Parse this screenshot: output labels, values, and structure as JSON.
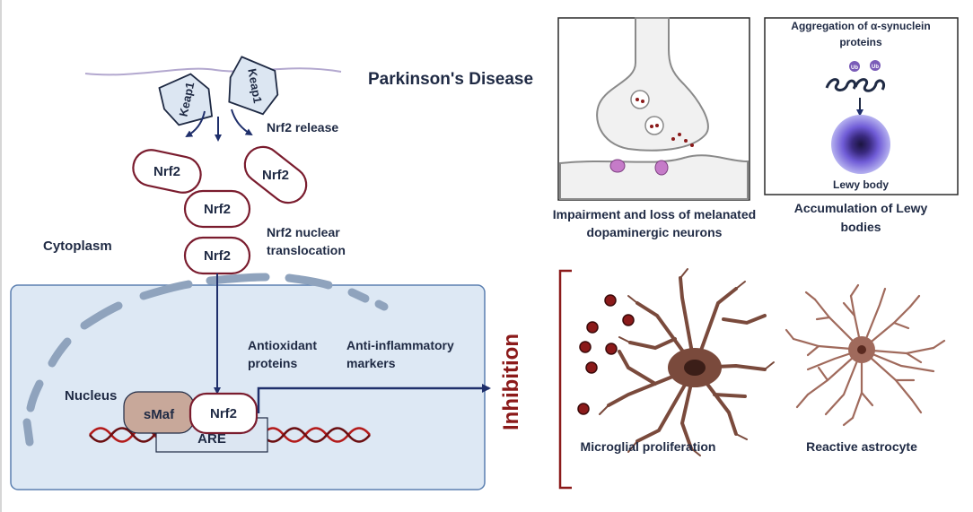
{
  "title": "Parkinson's Disease",
  "keap1": {
    "left": "Keap1",
    "right": "Keap1"
  },
  "nrf2_release_label": "Nrf2 release",
  "nrf2": {
    "released_left": "Nrf2",
    "released_right": "Nrf2",
    "middle": "Nrf2",
    "translocating": "Nrf2",
    "bound": "Nrf2"
  },
  "nrf2_translocation_label": [
    "Nrf2 nuclear",
    "translocation"
  ],
  "cytoplasm_label": "Cytoplasm",
  "nucleus_label": "Nucleus",
  "smaf_label": "sMaf",
  "are_label": "ARE",
  "antioxidant_label": [
    "Antioxidant",
    "proteins"
  ],
  "anti_inflammatory_label": [
    "Anti-inflammatory",
    "markers"
  ],
  "inhibition_label": "Inhibition",
  "neuron_panel": {
    "caption": [
      "Impairment and loss of melanated",
      "dopaminergic neurons"
    ]
  },
  "lewy_panel": {
    "header": [
      "Aggregation of α-synuclein",
      "proteins"
    ],
    "ub_label": "Ub",
    "lewy_body_label": "Lewy body",
    "caption": [
      "Accumulation of Lewy",
      "bodies"
    ]
  },
  "microglia_caption": "Microglial proliferation",
  "astrocyte_caption": "Reactive astrocyte",
  "colors": {
    "nrf2_border": "#7a1c2e",
    "arrow": "#1f2f6b",
    "nucleus_fill": "#dde8f4",
    "nucleus_border": "#5b7fb0",
    "inhibition": "#8b1a1a",
    "dna_red": "#b31b1b",
    "cell_brown": "#7a4a3c",
    "smaf_fill": "#c8a89a",
    "lewy_purple": "#6f5bd6"
  }
}
